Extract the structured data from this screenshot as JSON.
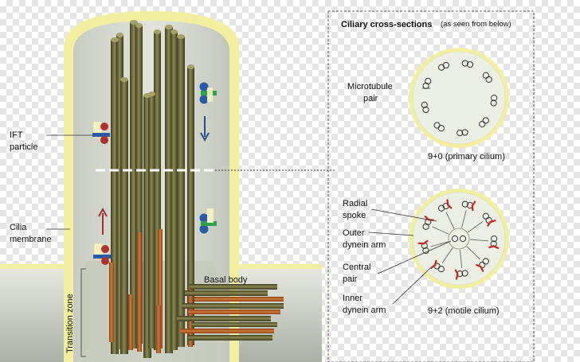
{
  "title": "Ciliary cross-sections",
  "title_note": "(as seen from below)",
  "labels": {
    "ift_line1": "IFT",
    "ift_line2": "particle",
    "cilia_line1": "Cilia",
    "cilia_line2": "membrane",
    "transition_zone": "Transition zone",
    "basal_body": "Basal body",
    "microtubule_line1": "Microtubule",
    "microtubule_line2": "pair",
    "primary_caption": "9+0 (primary cilium)",
    "radial_line1": "Radial",
    "radial_line2": "spoke",
    "outer_line1": "Outer",
    "outer_line2": "dynein arm",
    "central_line1": "Central",
    "central_line2": "pair",
    "inner_line1": "Inner",
    "inner_line2": "dynein arm",
    "motile_caption": "9+2 (motile cilium)"
  },
  "colors": {
    "membrane": "#f2f0a0",
    "cilium_fill": "#d9dcd3",
    "microtubule": "#6b6a3c",
    "microtubule_dark": "#3e3d22",
    "rod_orange": "#b8632a",
    "arrow": "#a33030",
    "arrow_down": "#2a4f8a",
    "ift_blue": "#2a5aa8",
    "ift_green": "#2ea050",
    "ift_red": "#b03030",
    "dynein": "#d02020"
  },
  "icons": [
    "ift-particle-icon",
    "arrow-up-icon",
    "arrow-down-icon"
  ]
}
